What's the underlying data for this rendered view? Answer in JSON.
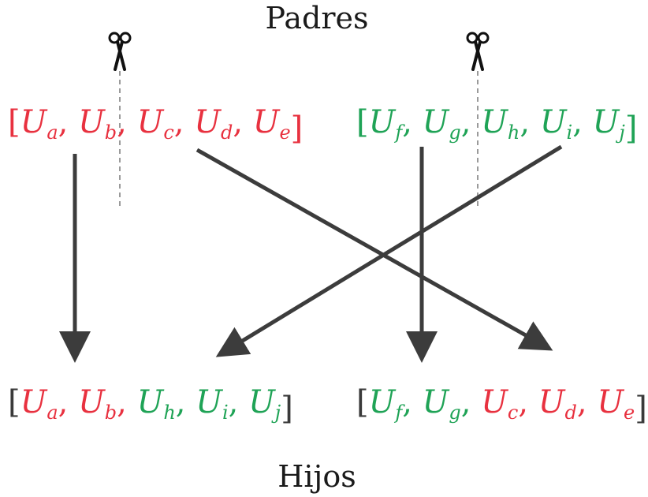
{
  "title_top": "Padres",
  "title_bottom": "Hijos",
  "colors": {
    "red": "#e8313f",
    "green": "#1fa356",
    "bracket": "#3a3a3a",
    "arrow": "#3c3c3c",
    "cut_line": "#9a9a9a"
  },
  "parents": [
    {
      "items": [
        {
          "main": "U",
          "sub": "a",
          "color": "red"
        },
        {
          "main": "U",
          "sub": "b",
          "color": "red"
        },
        {
          "main": "U",
          "sub": "c",
          "color": "red"
        },
        {
          "main": "U",
          "sub": "d",
          "color": "red"
        },
        {
          "main": "U",
          "sub": "e",
          "color": "red"
        }
      ],
      "bracket_color": "red"
    },
    {
      "items": [
        {
          "main": "U",
          "sub": "f",
          "color": "green"
        },
        {
          "main": "U",
          "sub": "g",
          "color": "green"
        },
        {
          "main": "U",
          "sub": "h",
          "color": "green"
        },
        {
          "main": "U",
          "sub": "i",
          "color": "green"
        },
        {
          "main": "U",
          "sub": "j",
          "color": "green"
        }
      ],
      "bracket_color": "green"
    }
  ],
  "children": [
    {
      "items": [
        {
          "main": "U",
          "sub": "a",
          "color": "red"
        },
        {
          "main": "U",
          "sub": "b",
          "color": "red"
        },
        {
          "main": "U",
          "sub": "h",
          "color": "green"
        },
        {
          "main": "U",
          "sub": "i",
          "color": "green"
        },
        {
          "main": "U",
          "sub": "j",
          "color": "green"
        }
      ],
      "bracket_color": "bracket"
    },
    {
      "items": [
        {
          "main": "U",
          "sub": "f",
          "color": "green"
        },
        {
          "main": "U",
          "sub": "g",
          "color": "green"
        },
        {
          "main": "U",
          "sub": "c",
          "color": "red"
        },
        {
          "main": "U",
          "sub": "d",
          "color": "red"
        },
        {
          "main": "U",
          "sub": "e",
          "color": "red"
        }
      ],
      "bracket_color": "bracket"
    }
  ],
  "cut_icons": [
    "scissors-icon",
    "scissors-icon"
  ],
  "arrows": [
    {
      "from": "parent-1-head",
      "to": "child-1-head"
    },
    {
      "from": "parent-1-tail",
      "to": "child-2-tail"
    },
    {
      "from": "parent-2-head",
      "to": "child-2-head"
    },
    {
      "from": "parent-2-tail",
      "to": "child-1-tail"
    }
  ]
}
